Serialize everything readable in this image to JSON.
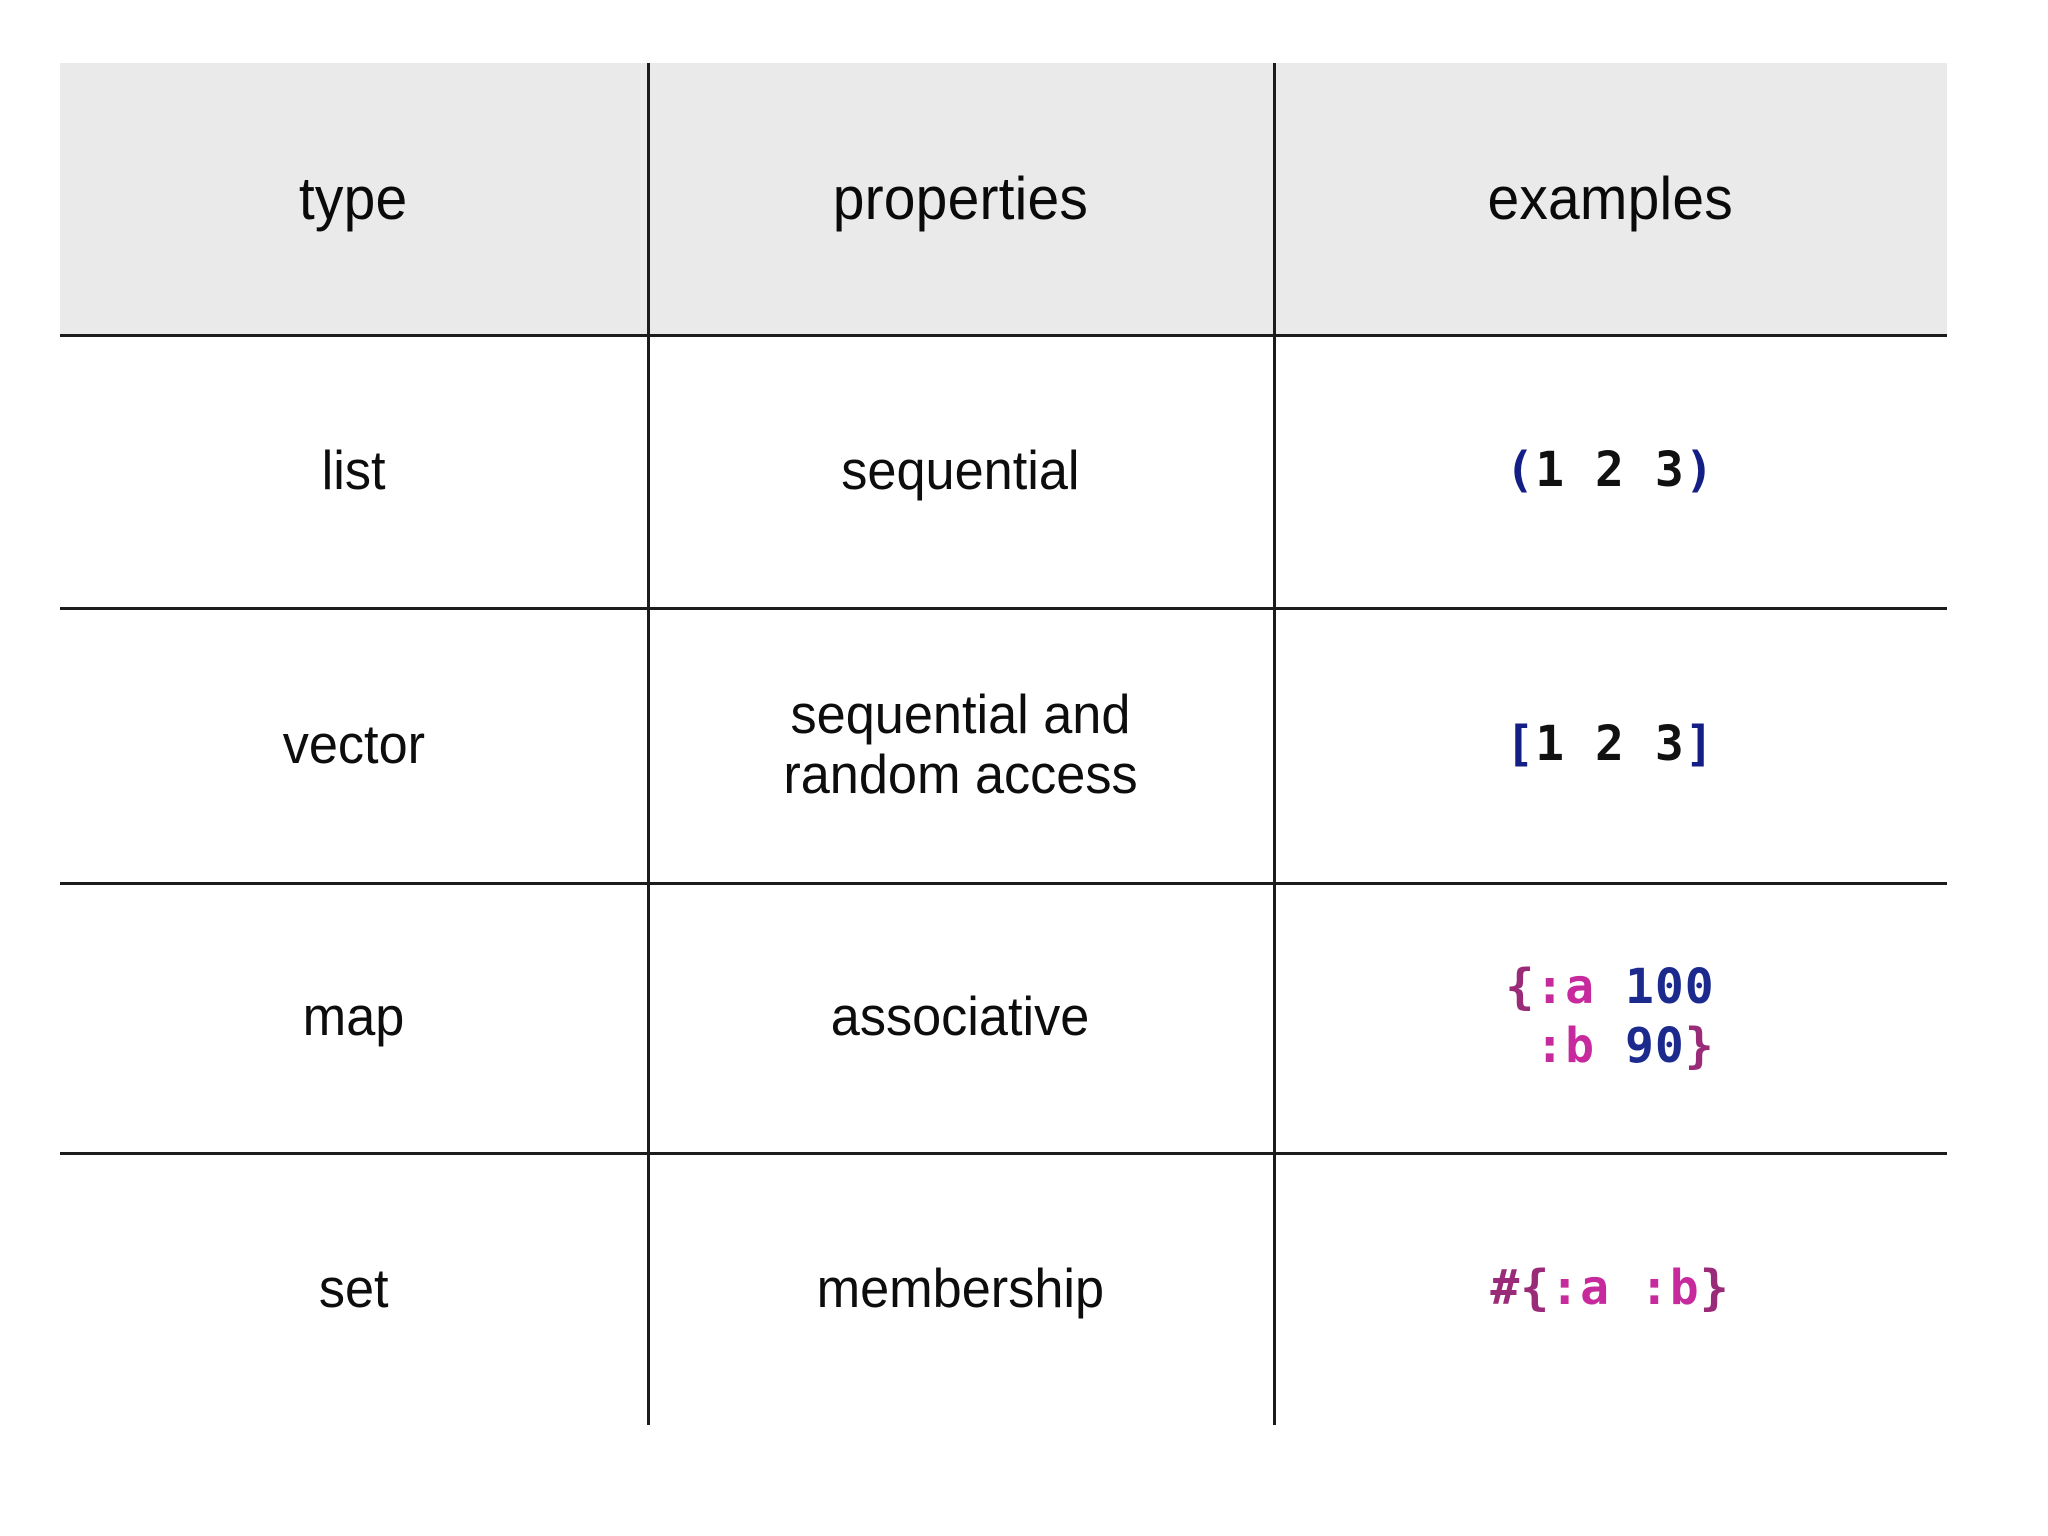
{
  "table": {
    "headers": [
      "type",
      "properties",
      "examples"
    ],
    "rows": [
      {
        "type": "list",
        "properties": "sequential",
        "example_plain": "(1 2 3)",
        "example_tokens": [
          {
            "text": "(",
            "cls": "tok-paren"
          },
          {
            "text": "1",
            "cls": "tok-num"
          },
          {
            "text": " ",
            "cls": "tok-num"
          },
          {
            "text": "2",
            "cls": "tok-num"
          },
          {
            "text": " ",
            "cls": "tok-num"
          },
          {
            "text": "3",
            "cls": "tok-num"
          },
          {
            "text": ")",
            "cls": "tok-paren"
          }
        ]
      },
      {
        "type": "vector",
        "properties": "sequential and random access",
        "properties_line1": "sequential and",
        "properties_line2": "random access",
        "example_plain": "[1 2 3]",
        "example_tokens": [
          {
            "text": "[",
            "cls": "tok-bracket"
          },
          {
            "text": "1",
            "cls": "tok-num"
          },
          {
            "text": " ",
            "cls": "tok-num"
          },
          {
            "text": "2",
            "cls": "tok-num"
          },
          {
            "text": " ",
            "cls": "tok-num"
          },
          {
            "text": "3",
            "cls": "tok-num"
          },
          {
            "text": "]",
            "cls": "tok-bracket"
          }
        ]
      },
      {
        "type": "map",
        "properties": "associative",
        "example_plain": "{:a 100 :b 90}",
        "example_tokens": [
          {
            "text": "{",
            "cls": "tok-brace"
          },
          {
            "text": ":a",
            "cls": "tok-kw"
          },
          {
            "text": " ",
            "cls": "tok-num"
          },
          {
            "text": "100",
            "cls": "tok-numblue"
          },
          {
            "text": "\n ",
            "cls": "tok-num"
          },
          {
            "text": ":b",
            "cls": "tok-kw"
          },
          {
            "text": " ",
            "cls": "tok-num"
          },
          {
            "text": "90",
            "cls": "tok-numblue"
          },
          {
            "text": "}",
            "cls": "tok-brace"
          }
        ]
      },
      {
        "type": "set",
        "properties": "membership",
        "example_plain": "#{:a :b}",
        "example_tokens": [
          {
            "text": "#{",
            "cls": "tok-hash"
          },
          {
            "text": ":a",
            "cls": "tok-kw"
          },
          {
            "text": " ",
            "cls": "tok-num"
          },
          {
            "text": ":b",
            "cls": "tok-kw"
          },
          {
            "text": "}",
            "cls": "tok-brace"
          }
        ]
      }
    ]
  },
  "colors": {
    "header_background": "#eaeaea",
    "rule": "#1c1c1c",
    "text": "#0d0d0d",
    "code_blue": "#141f86",
    "code_blue_number": "#1c2a8e",
    "code_magenta_dark": "#9a2b79",
    "code_magenta_bright": "#c62a9d",
    "page_background": "#ffffff"
  }
}
